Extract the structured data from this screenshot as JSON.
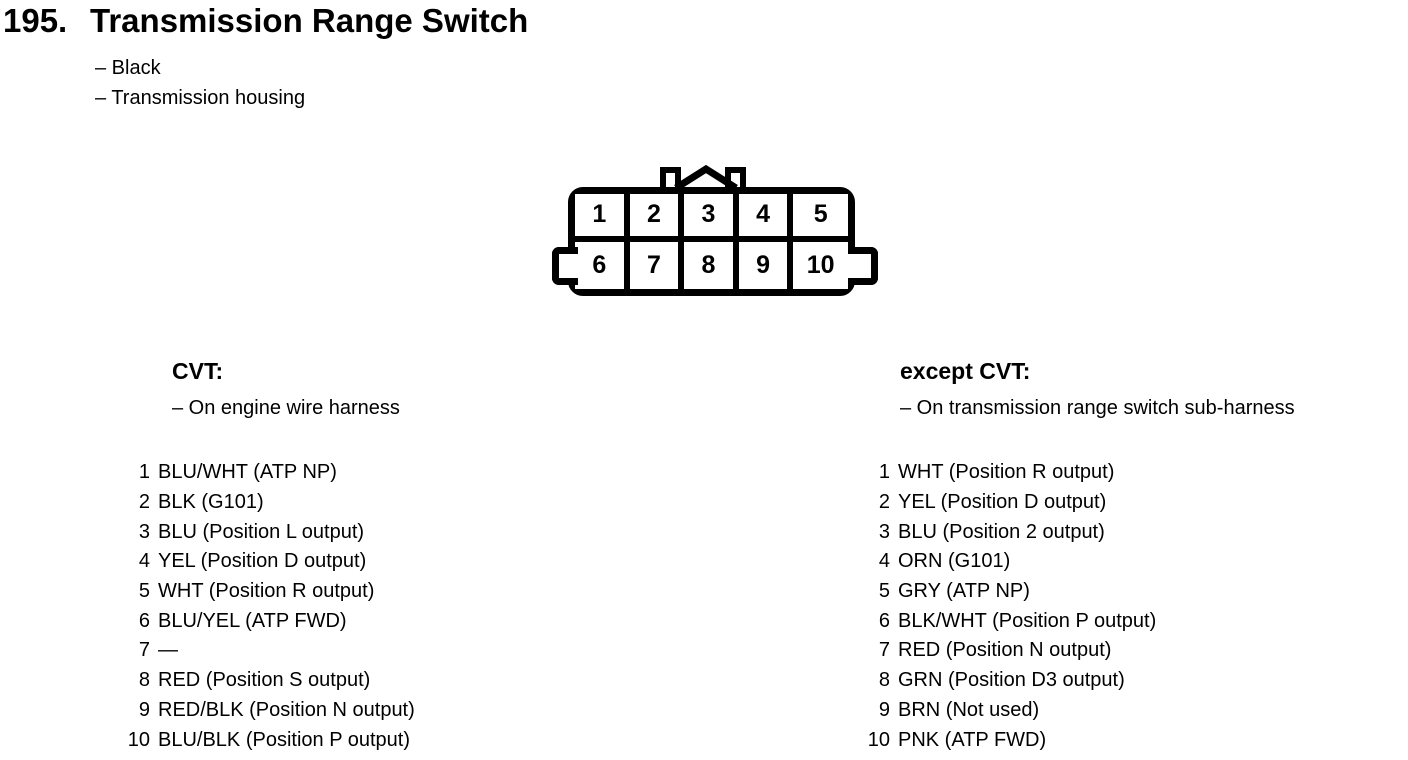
{
  "colors": {
    "ink": "#000000",
    "paper": "#ffffff"
  },
  "page": {
    "section_number": "195.",
    "title": "Transmission Range Switch",
    "attributes": [
      "– Black",
      "– Transmission housing"
    ]
  },
  "connector": {
    "description": "10-pin connector, two rows",
    "pins": [
      "1",
      "2",
      "3",
      "4",
      "5",
      "6",
      "7",
      "8",
      "9",
      "10"
    ]
  },
  "cvt": {
    "heading": "CVT:",
    "subheading": "– On engine wire harness",
    "pins": [
      {
        "num": "1",
        "label": "BLU/WHT (ATP NP)"
      },
      {
        "num": "2",
        "label": "BLK (G101)"
      },
      {
        "num": "3",
        "label": "BLU (Position L output)"
      },
      {
        "num": "4",
        "label": "YEL (Position D output)"
      },
      {
        "num": "5",
        "label": "WHT (Position R output)"
      },
      {
        "num": "6",
        "label": "BLU/YEL (ATP FWD)"
      },
      {
        "num": "7",
        "label": "—"
      },
      {
        "num": "8",
        "label": "RED (Position S output)"
      },
      {
        "num": "9",
        "label": "RED/BLK (Position N output)"
      },
      {
        "num": "10",
        "label": "BLU/BLK (Position P output)"
      }
    ]
  },
  "except_cvt": {
    "heading": "except CVT:",
    "subheading": "– On transmission range switch sub-harness",
    "pins": [
      {
        "num": "1",
        "label": "WHT (Position R output)"
      },
      {
        "num": "2",
        "label": "YEL (Position D output)"
      },
      {
        "num": "3",
        "label": "BLU (Position 2 output)"
      },
      {
        "num": "4",
        "label": "ORN (G101)"
      },
      {
        "num": "5",
        "label": "GRY (ATP NP)"
      },
      {
        "num": "6",
        "label": "BLK/WHT (Position P output)"
      },
      {
        "num": "7",
        "label": "RED (Position N output)"
      },
      {
        "num": "8",
        "label": "GRN (Position D3 output)"
      },
      {
        "num": "9",
        "label": "BRN (Not used)"
      },
      {
        "num": "10",
        "label": "PNK (ATP FWD)"
      }
    ]
  }
}
